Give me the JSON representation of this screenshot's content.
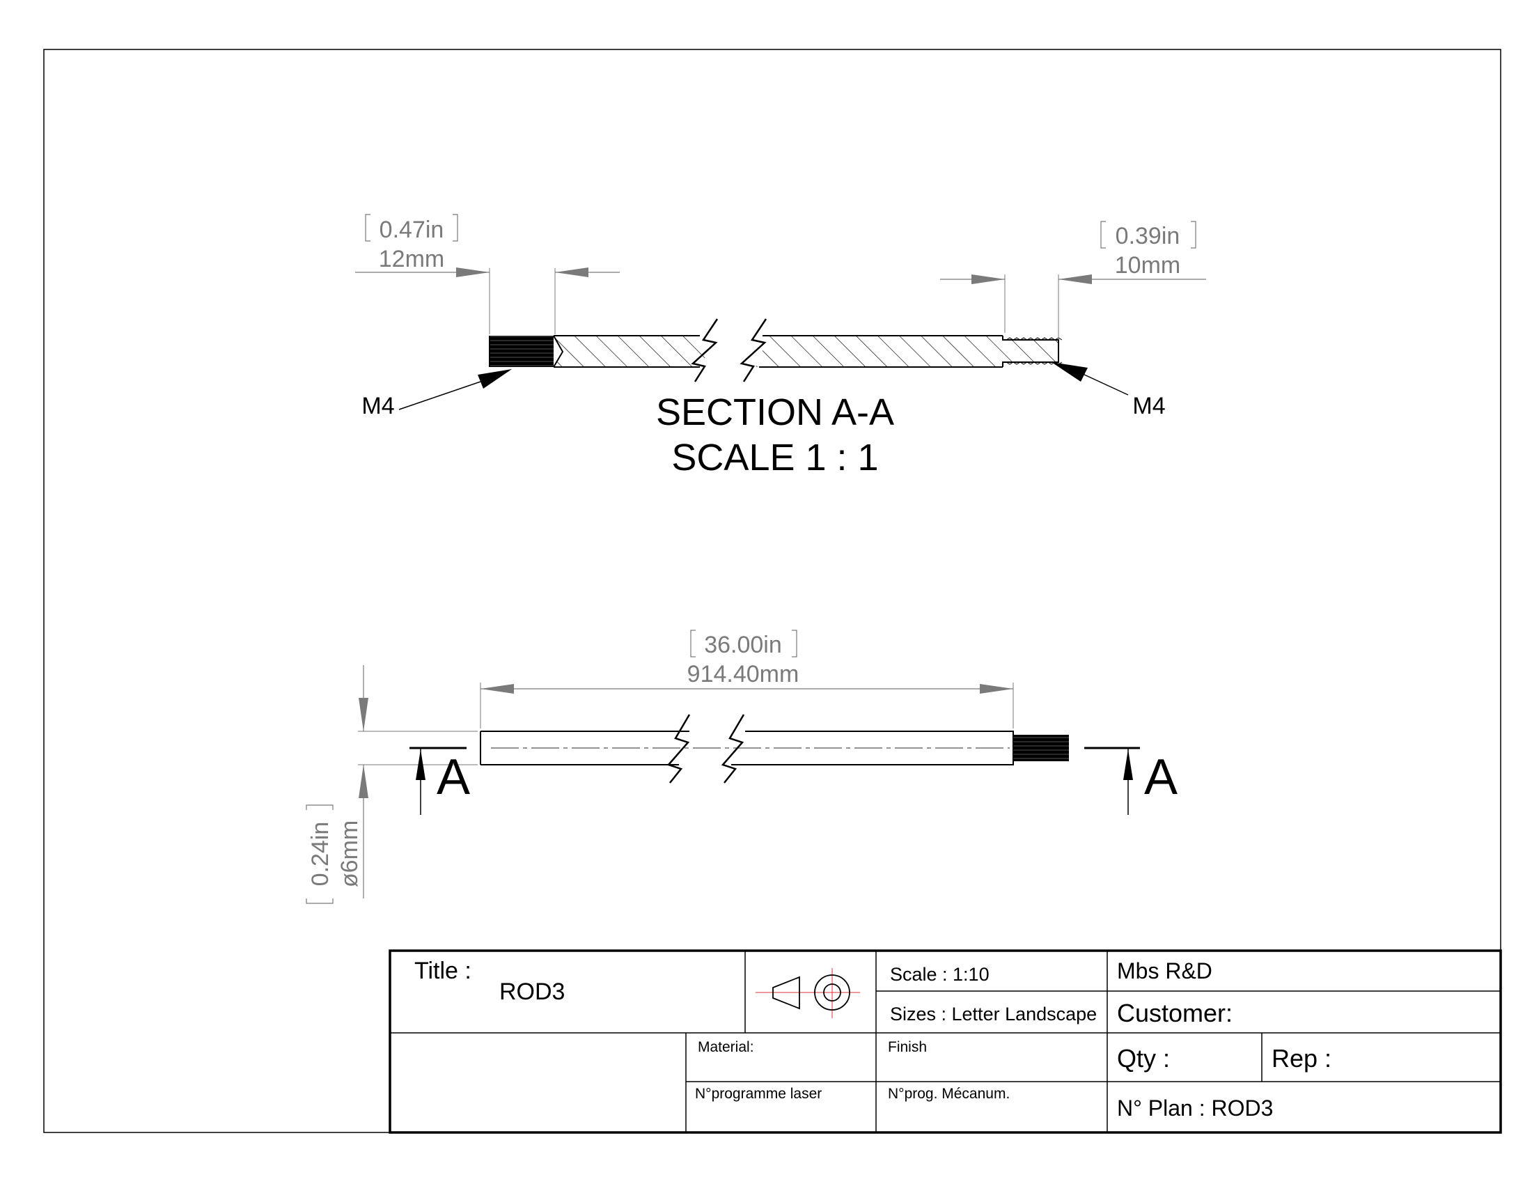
{
  "section_view": {
    "title": "SECTION A-A",
    "scale": "SCALE 1 : 1",
    "left_dim": {
      "inch": "0.47in",
      "mm": "12mm"
    },
    "right_dim": {
      "inch": "0.39in",
      "mm": "10mm"
    },
    "left_thread_callout": "M4",
    "right_thread_callout": "M4"
  },
  "main_view": {
    "length_dim": {
      "inch": "36.00in",
      "mm": "914.40mm"
    },
    "diameter_dim": {
      "inch": "0.24in",
      "mm": "ø6mm"
    },
    "section_label_left": "A",
    "section_label_right": "A"
  },
  "title_block": {
    "title_label": "Title :",
    "title_value": "ROD3",
    "scale": "Scale : 1:10",
    "sizes": "Sizes : Letter Landscape",
    "company": "Mbs R&D",
    "customer": "Customer:",
    "material": "Material:",
    "finish": "Finish",
    "qty": "Qty :",
    "rep": "Rep :",
    "laser_program": "N°programme laser",
    "mecanum_program": "N°prog. Mécanum.",
    "plan_number": "N° Plan : ROD3"
  }
}
